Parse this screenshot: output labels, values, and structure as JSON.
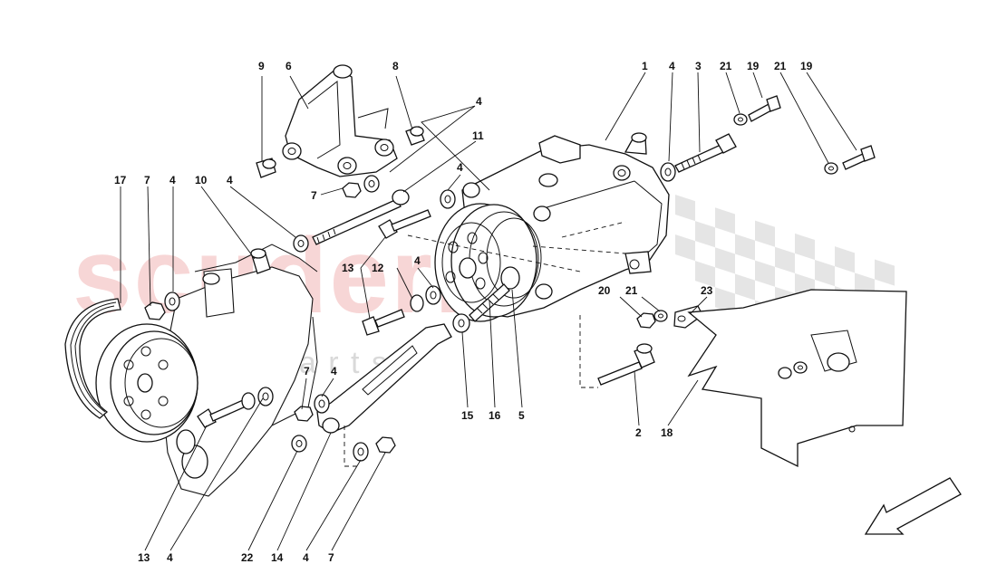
{
  "watermark": {
    "brand": "scuderia",
    "sub": "c a r p a r t s"
  },
  "callouts": {
    "top": [
      "9",
      "6",
      "8",
      "4",
      "11",
      "1",
      "4",
      "3",
      "21",
      "19",
      "21",
      "19"
    ],
    "left": [
      "17",
      "7",
      "4",
      "10",
      "4",
      "7",
      "4",
      "13",
      "12",
      "4"
    ],
    "mid": [
      "20",
      "21",
      "23",
      "7",
      "4",
      "15",
      "16",
      "5",
      "2",
      "18"
    ],
    "bottom": [
      "13",
      "4",
      "22",
      "14",
      "4",
      "7"
    ]
  },
  "icons": {
    "direction": "arrow-down-left-icon"
  }
}
